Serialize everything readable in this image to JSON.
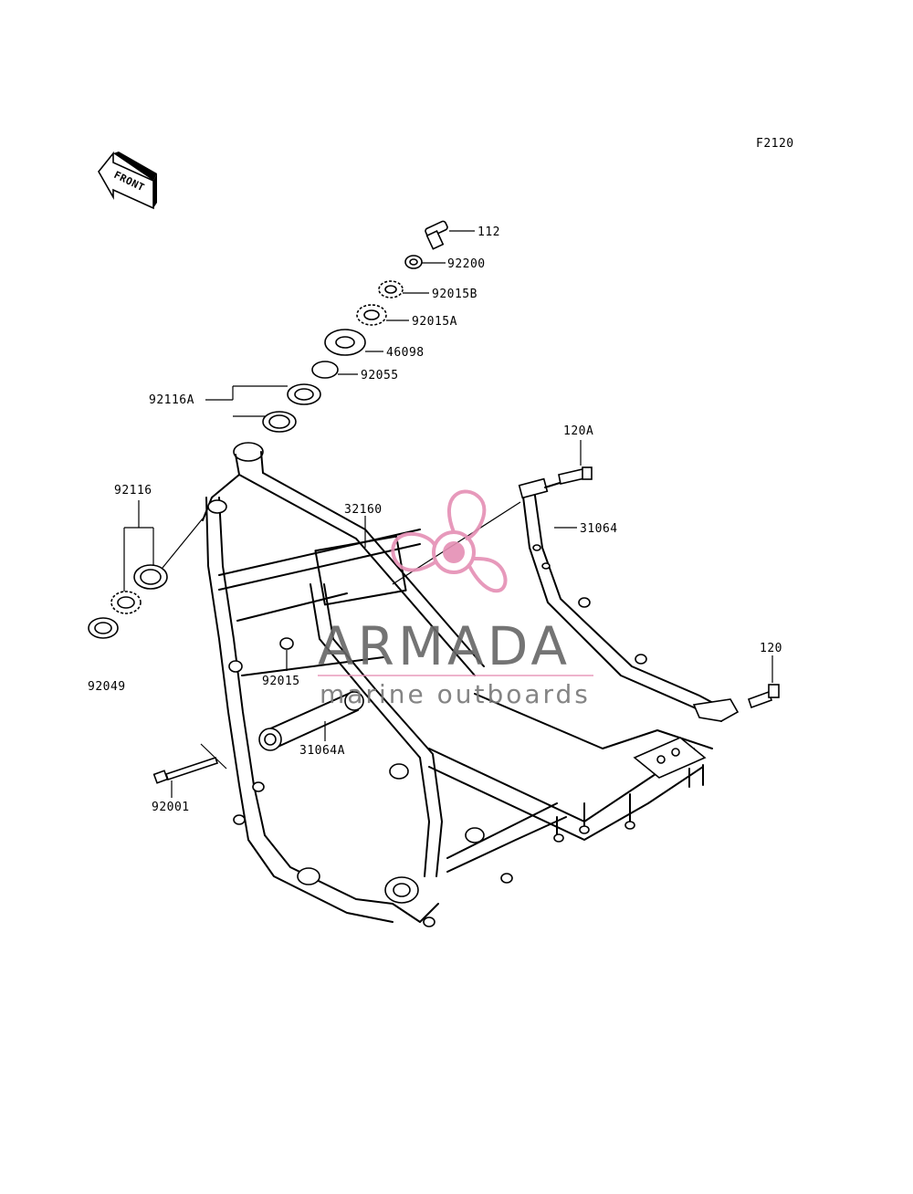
{
  "diagram": {
    "code": "F2120",
    "front_label": "FRONT",
    "callouts": [
      "112",
      "92200",
      "92015B",
      "92015A",
      "46098",
      "92055",
      "92116A",
      "120A",
      "31064",
      "32160",
      "92116",
      "92049",
      "92015",
      "31064A",
      "92001",
      "120"
    ]
  },
  "watermark": {
    "brand": "ARMADA",
    "tagline": "marine outboards",
    "color": "#e58fb4"
  }
}
